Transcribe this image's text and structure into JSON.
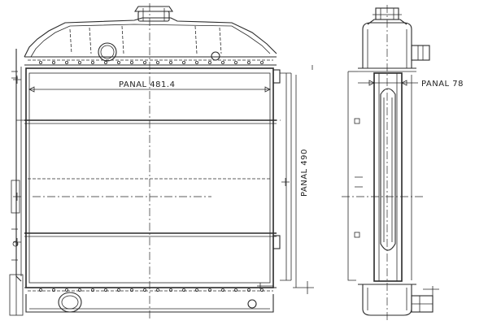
{
  "colors": {
    "ink": "#2a2a2a",
    "paper": "#ffffff"
  },
  "labels": {
    "front_width": "PANAL 481.4",
    "front_height": "PANAL 490",
    "side_depth": "PANAL 78"
  }
}
